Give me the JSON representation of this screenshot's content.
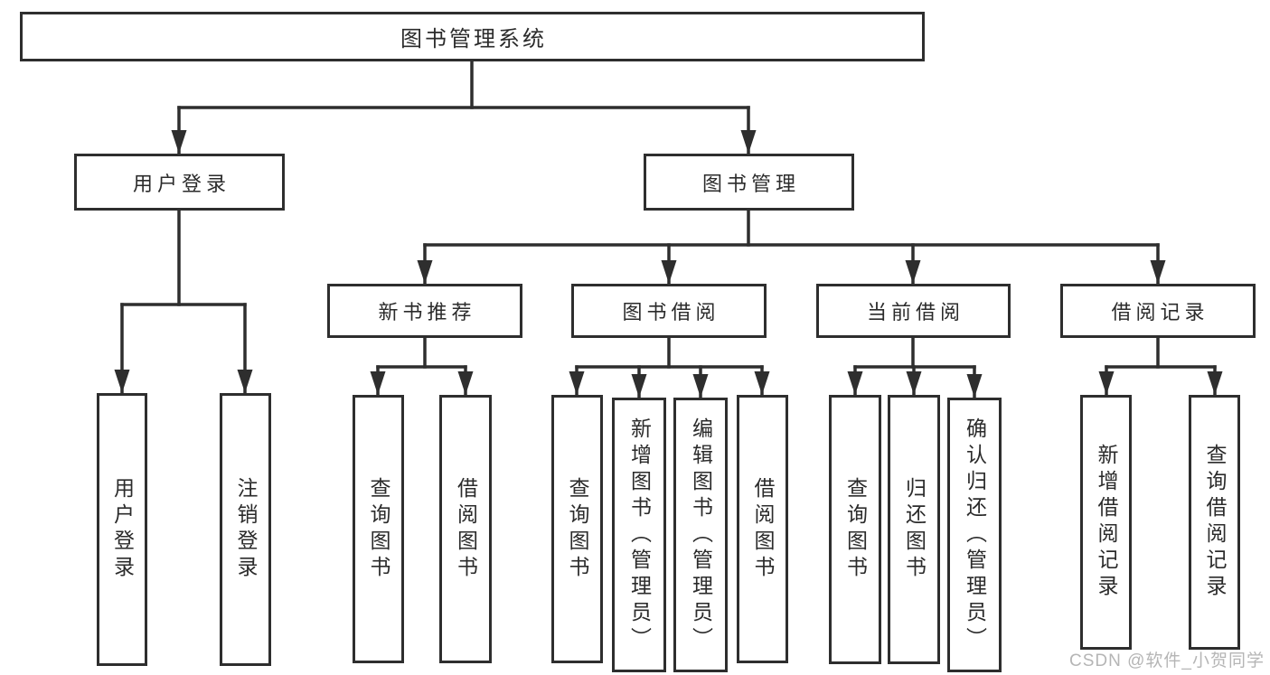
{
  "watermark": "CSDN @软件_小贺同学",
  "colors": {
    "line": "#2e2e2e",
    "box_border": "#2e2e2e",
    "text": "#2b2b2b",
    "background": "#ffffff",
    "watermark": "#afafaf"
  },
  "chart_data": {
    "type": "tree-diagram",
    "title": "图书管理系统"
  },
  "tree": {
    "label": "图书管理系统",
    "children": [
      {
        "label": "用户登录",
        "children": [
          {
            "label": "用户登录"
          },
          {
            "label": "注销登录"
          }
        ]
      },
      {
        "label": "图书管理",
        "children": [
          {
            "label": "新书推荐",
            "children": [
              {
                "label": "查询图书"
              },
              {
                "label": "借阅图书"
              }
            ]
          },
          {
            "label": "图书借阅",
            "children": [
              {
                "label": "查询图书"
              },
              {
                "label": "新增图书（管理员）"
              },
              {
                "label": "编辑图书（管理员）"
              },
              {
                "label": "借阅图书"
              }
            ]
          },
          {
            "label": "当前借阅",
            "children": [
              {
                "label": "查询图书"
              },
              {
                "label": "归还图书"
              },
              {
                "label": "确认归还（管理员）"
              }
            ]
          },
          {
            "label": "借阅记录",
            "children": [
              {
                "label": "新增借阅记录"
              },
              {
                "label": "查询借阅记录"
              }
            ]
          }
        ]
      }
    ]
  }
}
